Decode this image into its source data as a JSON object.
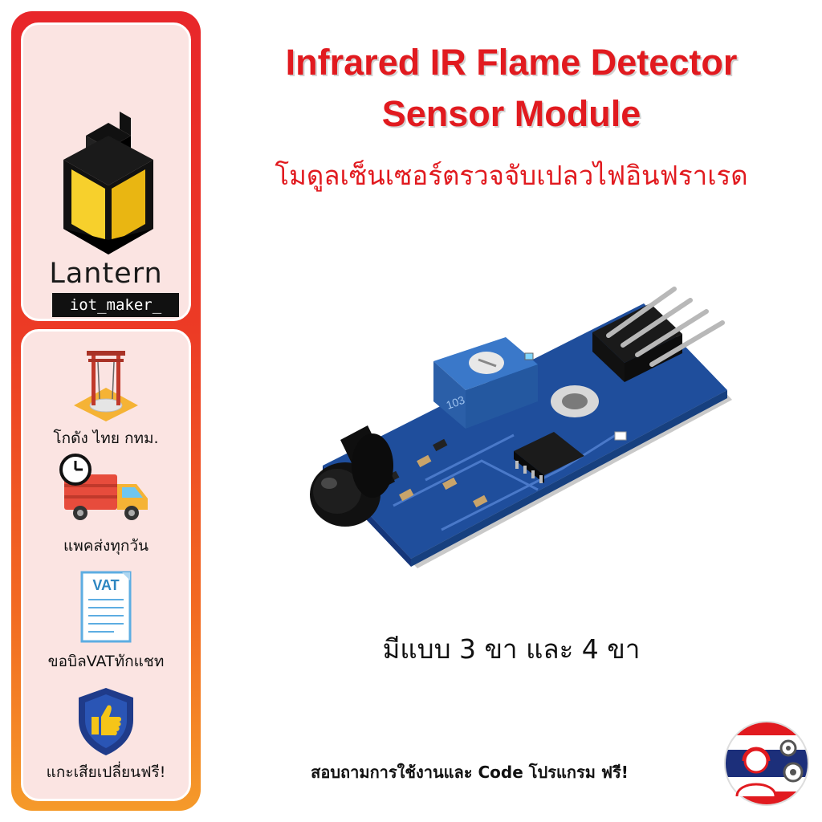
{
  "brand": {
    "name": "Lantern",
    "tagline": "iot_maker_"
  },
  "features": [
    {
      "icon": "swing-landmark-icon",
      "label": "โกดัง ไทย กทม."
    },
    {
      "icon": "delivery-truck-clock-icon",
      "label": "แพคส่งทุกวัน"
    },
    {
      "icon": "vat-invoice-icon",
      "label": "ขอบิลVATทักแชท",
      "icon_text": "VAT"
    },
    {
      "icon": "shield-thumbs-up-icon",
      "label": "แกะเสียเปลี่ยนฟรี!"
    }
  ],
  "product": {
    "title_line1": "Infrared IR Flame Detector",
    "title_line2": "Sensor Module",
    "subtitle": "โมดูลเซ็นเซอร์ตรวจจับเปลวไฟอินฟราเรด",
    "variant_note": "มีแบบ 3 ขา และ 4 ขา",
    "pot_marking": "103"
  },
  "footer": {
    "text": "สอบถามการใช้งานและ Code โปรแกรม ฟรี!"
  },
  "colors": {
    "title_red": "#e11a1f",
    "sidebar_top": "#e8262a",
    "sidebar_bottom": "#f59a2a",
    "card_bg": "#fbe4e2",
    "pcb_blue": "#1f4e9c"
  }
}
